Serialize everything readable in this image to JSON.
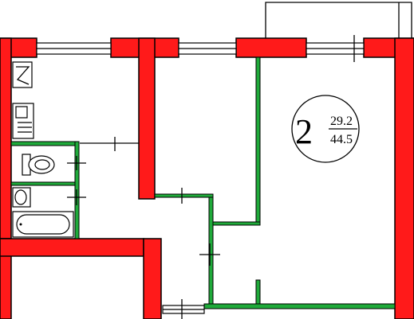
{
  "plan": {
    "rooms_count": "2",
    "living_area": "29.2",
    "total_area": "44.5",
    "colors": {
      "load_bearing_wall": "#ff1a1a",
      "partition": "#1faa3a",
      "background": "#ffffff"
    },
    "icons": [
      "stove-icon",
      "sink-icon",
      "toilet-icon",
      "washbasin-icon",
      "bathtub-icon"
    ]
  }
}
